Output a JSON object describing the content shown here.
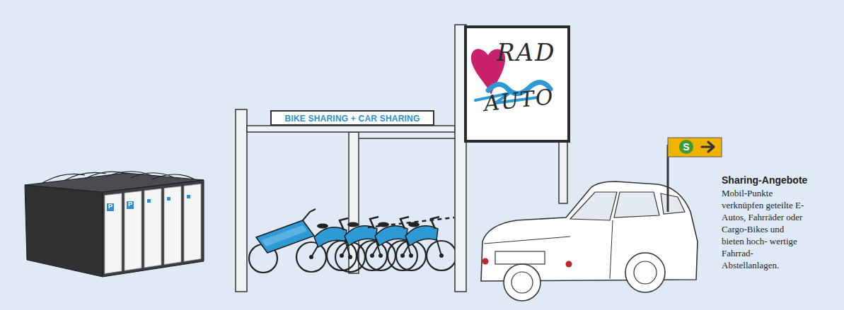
{
  "diagram": {
    "nodes": [
      {
        "text": [
          "BIKE SHARING + CAR SHARING"
        ]
      },
      {
        "text": [
          "RAD",
          "AUTO"
        ]
      },
      {
        "text": [
          "S"
        ]
      }
    ],
    "labels": [
      "P",
      "P",
      "Sharing-Angebote",
      "Mobil-Punkte verknüpfen geteilte E-Autos, Fahrräder oder Cargo-Bikes und bieten hoch- wertige Fahrrad- Abstellanlagen."
    ]
  }
}
